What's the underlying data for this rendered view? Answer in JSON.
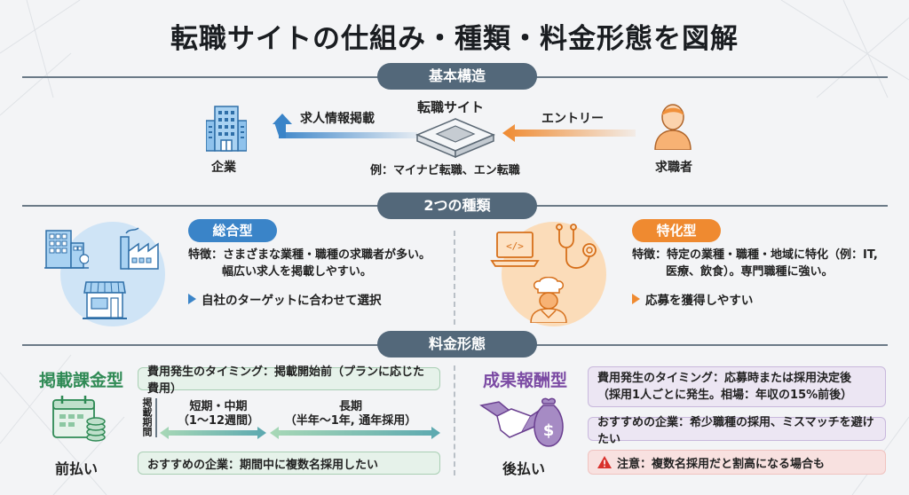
{
  "title": "転職サイトの仕組み・種類・料金形態を図解",
  "sections": {
    "basic": "基本構造",
    "types": "2つの種類",
    "pricing": "料金形態"
  },
  "structure": {
    "company_label": "企業",
    "company_icon": "building-icon",
    "posting_label": "求人情報掲載",
    "site_label": "転職サイト",
    "site_icon": "platform-icon",
    "site_example": "例：マイナビ転職、エン転職",
    "entry_label": "エントリー",
    "seeker_label": "求職者",
    "seeker_icon": "person-icon",
    "colors": {
      "blue": "#3a84c8",
      "orange": "#ef8a30"
    }
  },
  "types": {
    "general": {
      "badge": "総合型",
      "feature_line1": "特徴：さまざまな業種・職種の求職者が多い。",
      "feature_line2": "幅広い求人を掲載しやすい。",
      "bullet": "自社のターゲットに合わせて選択",
      "icons": [
        "office-building-icon",
        "factory-icon",
        "shop-icon"
      ],
      "color": "#3a84c8"
    },
    "specialized": {
      "badge": "特化型",
      "feature_line1": "特徴：特定の業種・職種・地域に特化（例：IT,",
      "feature_line2": "医療、飲食）。専門職種に強い。",
      "bullet": "応募を獲得しやすい",
      "icons": [
        "laptop-code-icon",
        "stethoscope-icon",
        "chef-icon"
      ],
      "color": "#ef8a30"
    }
  },
  "pricing": {
    "listing": {
      "name": "掲載課金型",
      "payment": "前払い",
      "icon": "calendar-coins-icon",
      "timing": "費用発生のタイミング：掲載開始前（プランに応じた費用）",
      "period_label": "掲載期間",
      "short_title": "短期・中期",
      "short_range": "（1〜12週間）",
      "long_title": "長期",
      "long_range": "（半年〜1年, 通年採用）",
      "recommended": "おすすめの企業：期間中に複数名採用したい",
      "color": "#2f8a55"
    },
    "success": {
      "name": "成果報酬型",
      "payment": "後払い",
      "icon": "handshake-moneybag-icon",
      "timing_line1": "費用発生のタイミング：応募時または採用決定後",
      "timing_line2": "（採用1人ごとに発生。相場：年収の15%前後）",
      "recommended": "おすすめの企業：希少職種の採用、ミスマッチを避けたい",
      "warning": "注意：複数名採用だと割高になる場合も",
      "color": "#7b4aa3"
    }
  }
}
